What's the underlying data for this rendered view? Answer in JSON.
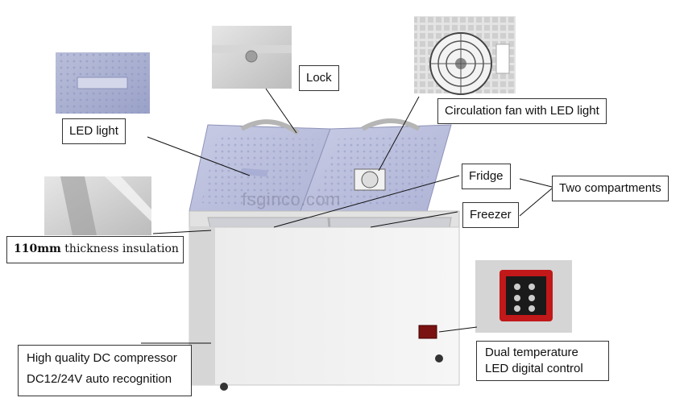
{
  "labels": {
    "lock": "Lock",
    "led_light": "LED light",
    "fan": "Circulation fan with LED light",
    "fridge": "Fridge",
    "freezer": "Freezer",
    "two_compartments": "Two compartments",
    "insulation_value": "110mm",
    "insulation_text": " thickness insulation",
    "compressor_line1": "High quality DC compressor",
    "compressor_line2": "DC12/24V auto recognition",
    "control_line1": "Dual temperature",
    "control_line2": "LED digital control"
  },
  "watermark": "fsginco.com"
}
